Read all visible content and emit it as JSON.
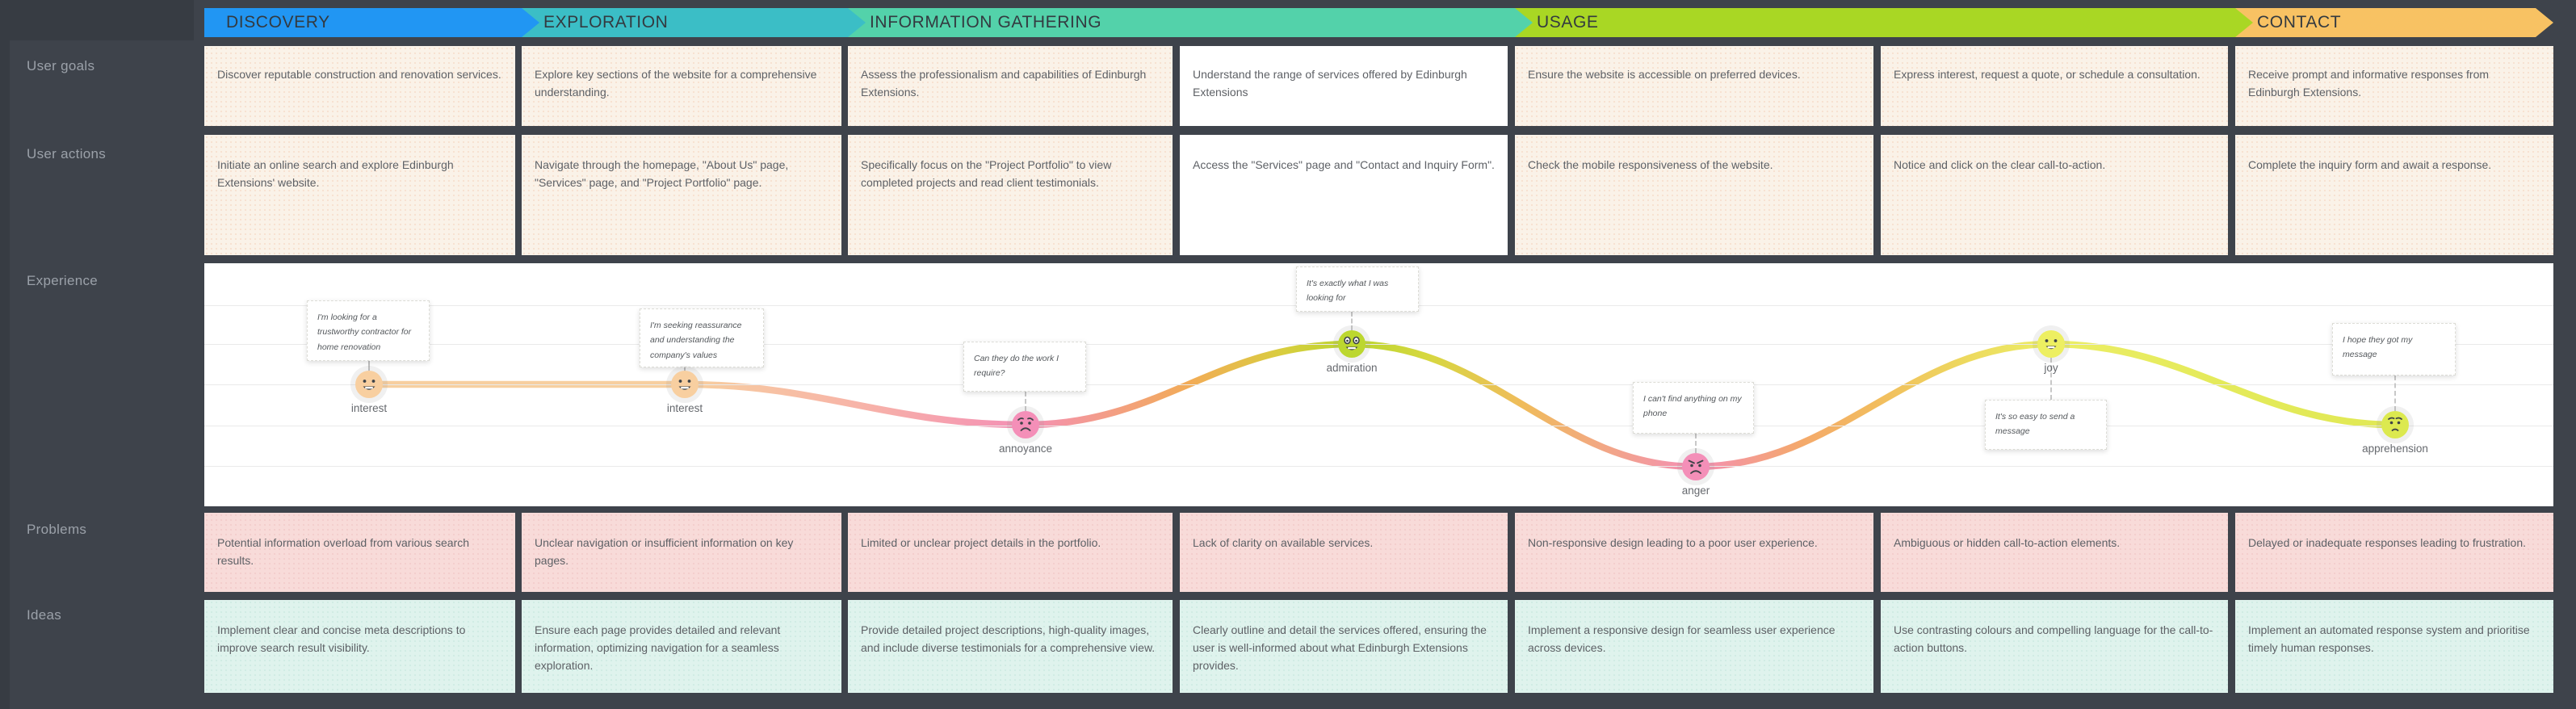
{
  "canvas": {
    "background": "#3E434B"
  },
  "rows": {
    "goals": "User goals",
    "actions": "User actions",
    "experience": "Experience",
    "problems": "Problems",
    "ideas": "Ideas"
  },
  "phases": [
    {
      "label": "DISCOVERY",
      "color": "#2196F3",
      "columns_spanned": 1
    },
    {
      "label": "EXPLORATION",
      "color": "#3BBEC6",
      "columns_spanned": 1
    },
    {
      "label": "INFORMATION GATHERING",
      "color": "#53D2AA",
      "columns_spanned": 2
    },
    {
      "label": "USAGE",
      "color": "#A9D724",
      "columns_spanned": 2
    },
    {
      "label": "CONTACT",
      "color": "#F8C263",
      "columns_spanned": 1
    }
  ],
  "goals": [
    "Discover reputable construction and renovation services.",
    "Explore key sections of the website for a comprehensive understanding.",
    "Assess the professionalism and capabilities of Edinburgh Extensions.",
    "Understand the range of services offered by Edinburgh Extensions",
    "Ensure the website is accessible on preferred devices.",
    "Express interest, request a quote, or schedule a consultation.",
    "Receive prompt and informative responses from Edinburgh Extensions."
  ],
  "actions": [
    "Initiate an online search and explore Edinburgh Extensions' website.",
    "Navigate through the homepage, \"About Us\" page, \"Services\" page, and \"Project Portfolio\" page.",
    "Specifically focus on the \"Project Portfolio\" to view completed projects and read client testimonials.",
    "Access the \"Services\" page and \"Contact and Inquiry Form\".",
    "Check the mobile responsiveness of the website.",
    "Notice and click on the clear call-to-action.",
    "Complete the inquiry form and await a response."
  ],
  "problems": [
    "Potential information overload from various search results.",
    "Unclear navigation or insufficient information on key pages.",
    "Limited or unclear project details in the portfolio.",
    "Lack of clarity on available services.",
    "Non-responsive design leading to a poor user experience.",
    "Ambiguous or hidden call-to-action elements.",
    "Delayed or inadequate responses leading to frustration."
  ],
  "ideas": [
    "Implement clear and concise meta descriptions to improve search result visibility.",
    "Ensure each page provides detailed and relevant information, optimizing navigation for a seamless exploration.",
    "Provide detailed project descriptions, high-quality images, and include diverse testimonials for a comprehensive view.",
    "Clearly outline and detail the services offered, ensuring the user is well-informed about what Edinburgh Extensions provides.",
    "Implement a responsive design for seamless user experience across devices.",
    "Use contrasting colours and compelling language for the call-to-action buttons.",
    "Implement an automated response system and prioritise timely human responses."
  ],
  "experience": {
    "points": [
      {
        "emotion": "interest",
        "sentiment": "neutral",
        "color": "#F8CFA0",
        "quote": "I'm looking for a trustworthy contractor for home renovation"
      },
      {
        "emotion": "interest",
        "sentiment": "neutral",
        "color": "#F8CFA0",
        "quote": "I'm seeking reassurance and understanding the company's values"
      },
      {
        "emotion": "annoyance",
        "sentiment": "negative",
        "color": "#F48FB8",
        "quote": "Can they do the work I require?"
      },
      {
        "emotion": "admiration",
        "sentiment": "positive",
        "color": "#BCD72F",
        "quote": "It's exactly what I was looking for"
      },
      {
        "emotion": "anger",
        "sentiment": "very-negative",
        "color": "#F48FB8",
        "quote": "I can't find anything on my phone"
      },
      {
        "emotion": "joy",
        "sentiment": "positive",
        "color": "#EDEF61",
        "quote": "It's so easy to send a message"
      },
      {
        "emotion": "apprehension",
        "sentiment": "negative",
        "color": "#DCE94F",
        "quote": "I hope they got my message"
      }
    ]
  }
}
